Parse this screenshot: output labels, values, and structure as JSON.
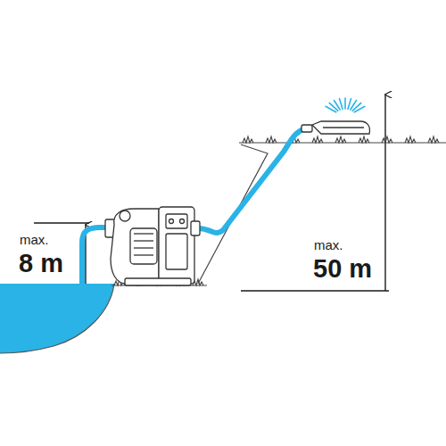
{
  "diagram": {
    "labels": [
      "max.",
      "8 m",
      "max.",
      "50 m"
    ]
  }
}
